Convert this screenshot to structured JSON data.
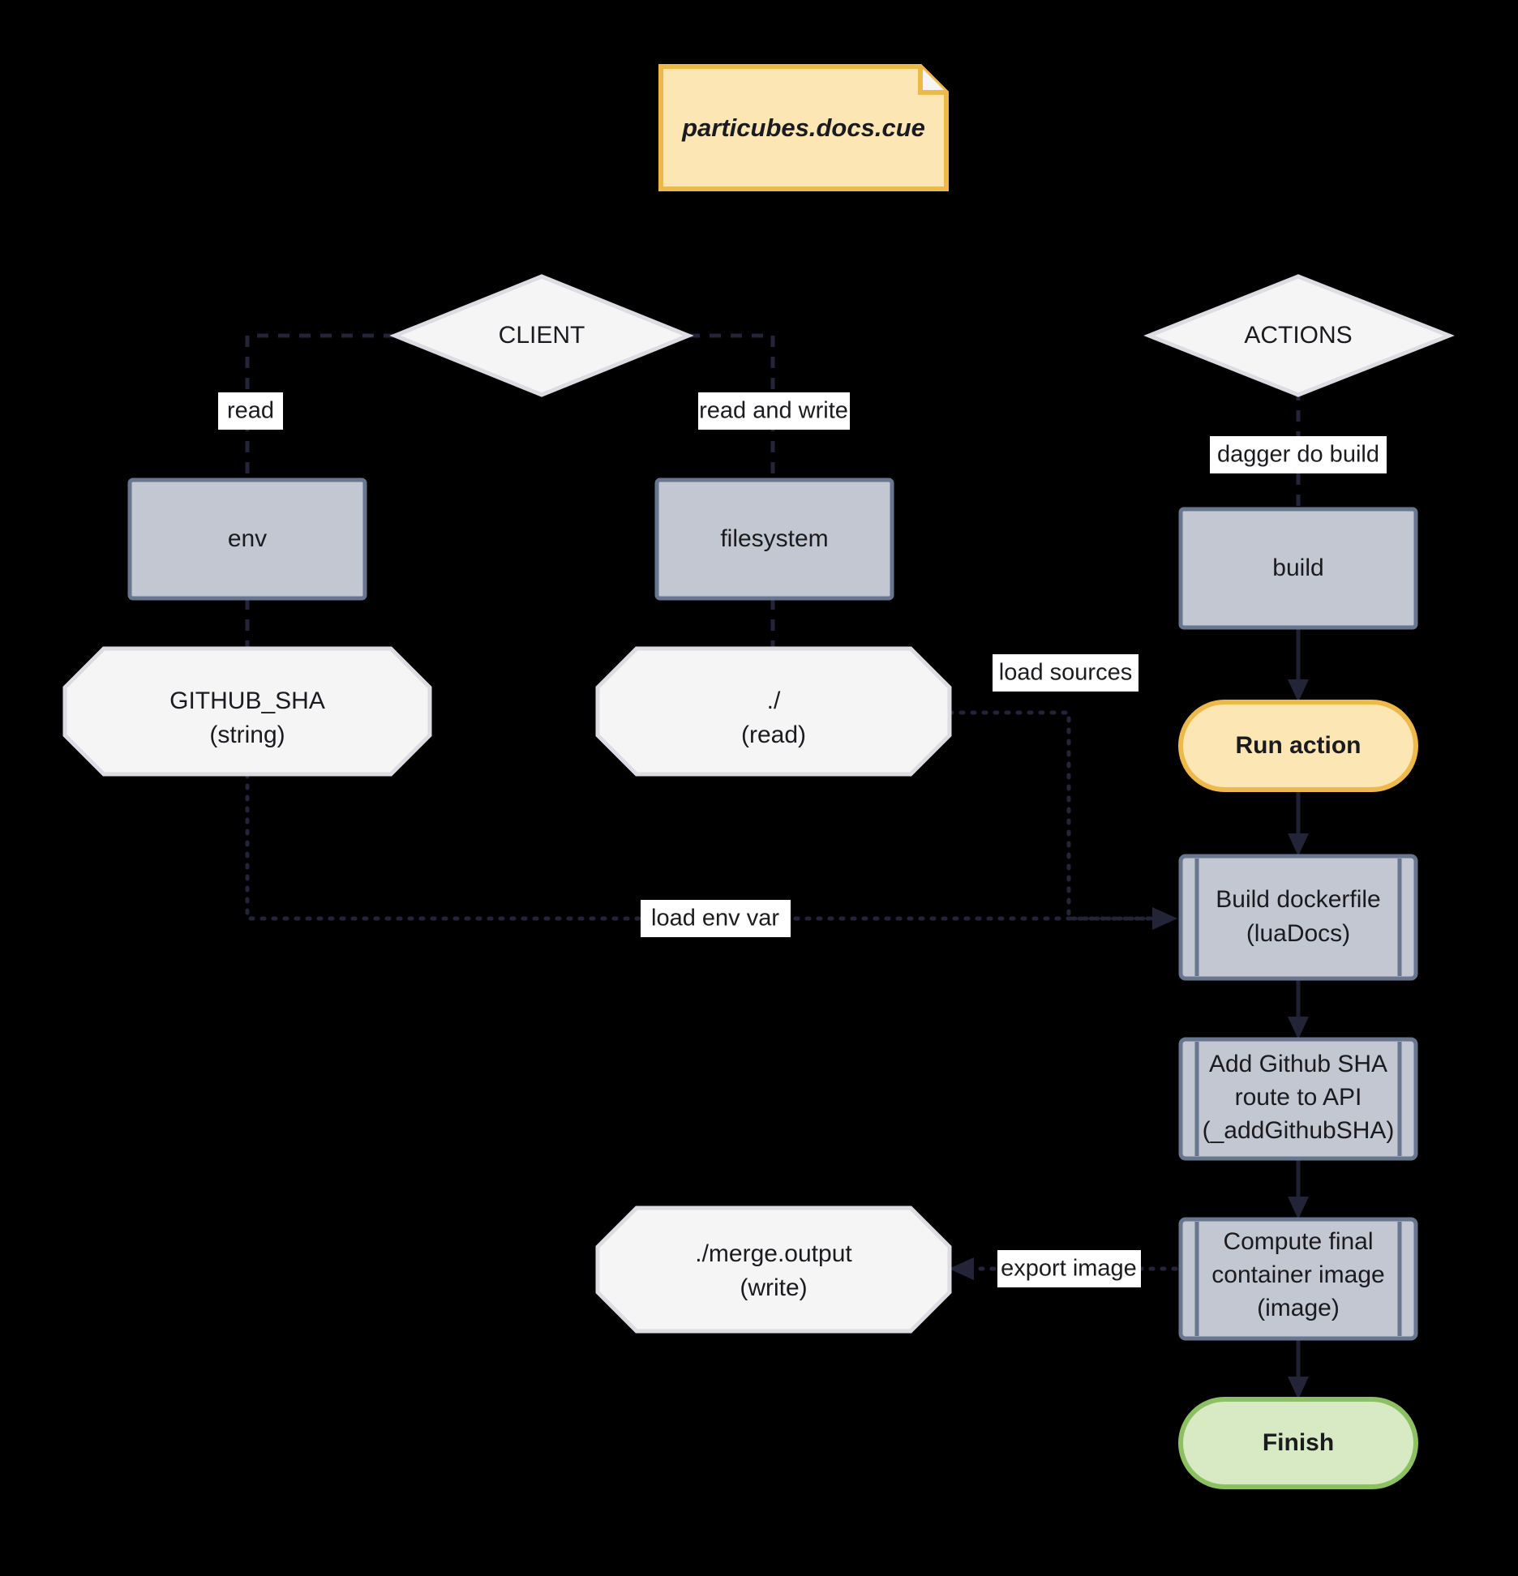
{
  "diagram": {
    "title": "particubes.docs.cue dagger pipeline flowchart",
    "background_color": "#000000",
    "nodes": {
      "note": {
        "id": "note",
        "label": "particubes.docs.cue",
        "shape": "note",
        "fill": "#fbe6b4",
        "stroke": "#edb94a"
      },
      "client": {
        "id": "client",
        "label": "CLIENT",
        "shape": "diamond",
        "fill": "#f5f5f6",
        "stroke": "#dcdce2"
      },
      "actions": {
        "id": "actions",
        "label": "ACTIONS",
        "shape": "diamond",
        "fill": "#f5f5f6",
        "stroke": "#dcdce2"
      },
      "env": {
        "id": "env",
        "label": "env",
        "shape": "rect",
        "fill": "#c2c7d2",
        "stroke": "#68768f"
      },
      "filesystem": {
        "id": "filesystem",
        "label": "filesystem",
        "shape": "rect",
        "fill": "#c2c7d2",
        "stroke": "#68768f"
      },
      "build": {
        "id": "build",
        "label": "build",
        "shape": "rect",
        "fill": "#c2c7d2",
        "stroke": "#68768f"
      },
      "github_sha": {
        "id": "github_sha",
        "label_line1": "GITHUB_SHA",
        "label_line2": "(string)",
        "shape": "octagon",
        "fill": "#f5f5f6",
        "stroke": "#dcdce2"
      },
      "dot_slash": {
        "id": "dot_slash",
        "label_line1": "./",
        "label_line2": "(read)",
        "shape": "octagon",
        "fill": "#f5f5f6",
        "stroke": "#dcdce2"
      },
      "run_action": {
        "id": "run_action",
        "label": "Run action",
        "shape": "stadium",
        "fill": "#fbe6b4",
        "stroke": "#edb94a"
      },
      "build_dockerfile": {
        "id": "build_dockerfile",
        "label_line1": "Build dockerfile",
        "label_line2": "(luaDocs)",
        "shape": "subroutine",
        "fill": "#c2c7d2",
        "stroke": "#68768f"
      },
      "add_sha": {
        "id": "add_sha",
        "label_line1": "Add Github SHA",
        "label_line2": "route to API",
        "label_line3": "(_addGithubSHA)",
        "shape": "subroutine",
        "fill": "#c2c7d2",
        "stroke": "#68768f"
      },
      "compute_image": {
        "id": "compute_image",
        "label_line1": "Compute final",
        "label_line2": "container image",
        "label_line3": "(image)",
        "shape": "subroutine",
        "fill": "#c2c7d2",
        "stroke": "#68768f"
      },
      "merge_output": {
        "id": "merge_output",
        "label_line1": "./merge.output",
        "label_line2": "(write)",
        "shape": "octagon",
        "fill": "#f5f5f6",
        "stroke": "#dcdce2"
      },
      "finish": {
        "id": "finish",
        "label": "Finish",
        "shape": "stadium",
        "fill": "#d7eac3",
        "stroke": "#8cc063"
      }
    },
    "edge_labels": {
      "read": "read",
      "read_and_write": "read and write",
      "dagger_do_build": "dagger do build",
      "load_sources": "load sources",
      "load_env_var": "load env var",
      "export_image": "export image"
    }
  }
}
